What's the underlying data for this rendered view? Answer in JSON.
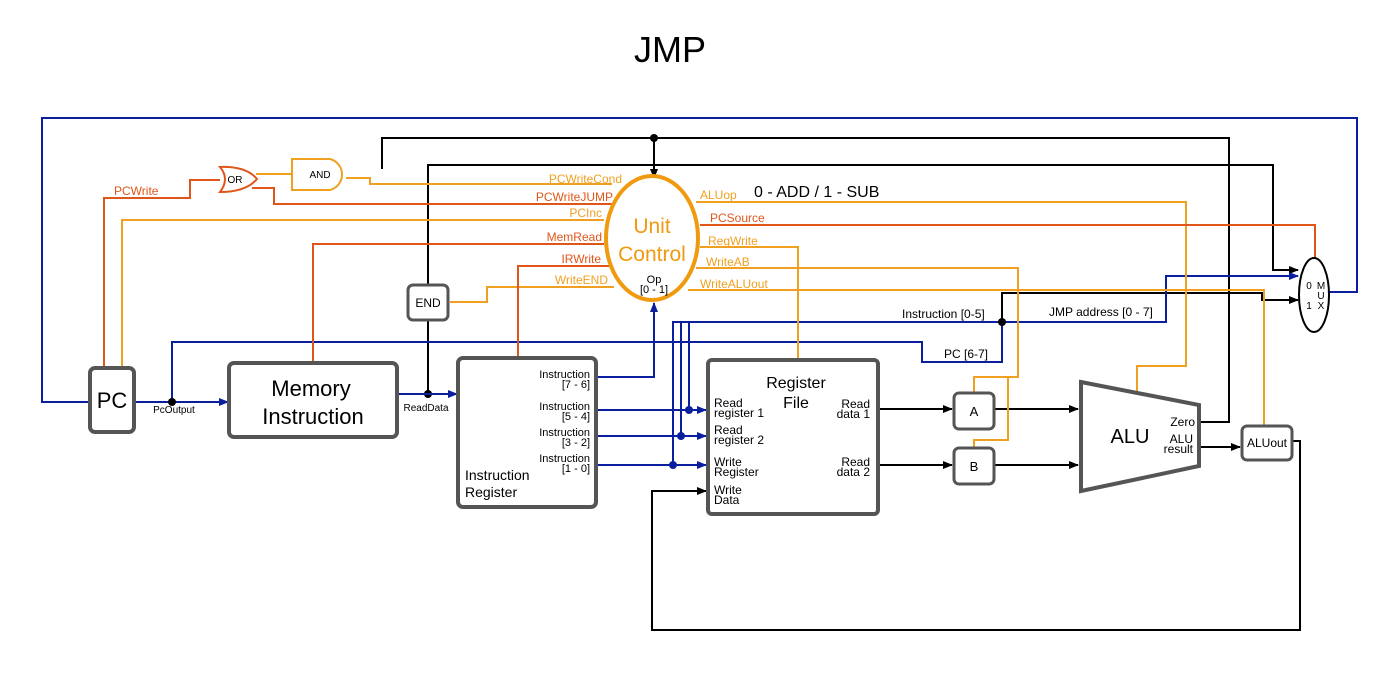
{
  "title": "JMP",
  "colors": {
    "black": "#000000",
    "blue": "#0a1fa0",
    "orange": "#f0a020",
    "red_orange": "#e0561a",
    "box_border": "#555555",
    "unit_control": "#f09a10"
  },
  "blocks": {
    "pc": "PC",
    "memory_line1": "Memory",
    "memory_line2": "Instruction",
    "instruction_register_line1": "Instruction",
    "instruction_register_line2": "Register",
    "register_file_line1": "Register",
    "register_file_line2": "File",
    "reg_a": "A",
    "reg_b": "B",
    "alu": "ALU",
    "aluout": "ALUout",
    "end": "END",
    "unit_control_line1": "Unit",
    "unit_control_line2": "Control",
    "and_gate": "AND",
    "or_gate": "OR",
    "mux": [
      "0",
      "M",
      "U",
      "1",
      "X"
    ]
  },
  "ports": {
    "ir_76_a": "Instruction",
    "ir_76_b": "[7 - 6]",
    "ir_54_a": "Instruction",
    "ir_54_b": "[5 - 4]",
    "ir_32_a": "Instruction",
    "ir_32_b": "[3 - 2]",
    "ir_10_a": "Instruction",
    "ir_10_b": "[1 - 0]",
    "read_reg1_a": "Read",
    "read_reg1_b": "register 1",
    "read_reg2_a": "Read",
    "read_reg2_b": "register 2",
    "write_reg_a": "Write",
    "write_reg_b": "Register",
    "write_data_a": "Write",
    "write_data_b": "Data",
    "read_data1_a": "Read",
    "read_data1_b": "data 1",
    "read_data2_a": "Read",
    "read_data2_b": "data 2",
    "alu_zero": "Zero",
    "alu_result_a": "ALU",
    "alu_result_b": "result",
    "op_a": "Op",
    "op_b": "[0 - 1]"
  },
  "signals": {
    "pc_output": "PcOutput",
    "read_data": "ReadData",
    "pc_write": "PCWrite",
    "pc_write_cond": "PCWriteCond",
    "pc_write_jump": "PCWriteJUMP",
    "pc_inc": "PCInc",
    "mem_read": "MemRead",
    "ir_write": "IRWrite",
    "write_end": "WriteEND",
    "alu_op": "ALUop",
    "alu_op_desc": "0 - ADD / 1 - SUB",
    "pc_source": "PCSource",
    "reg_write": "RegWrite",
    "write_ab": "WriteAB",
    "write_aluout": "WriteALUout",
    "instruction_05": "Instruction [0-5]",
    "jmp_address": "JMP address [0 - 7]",
    "pc_67": "PC [6-7]"
  }
}
